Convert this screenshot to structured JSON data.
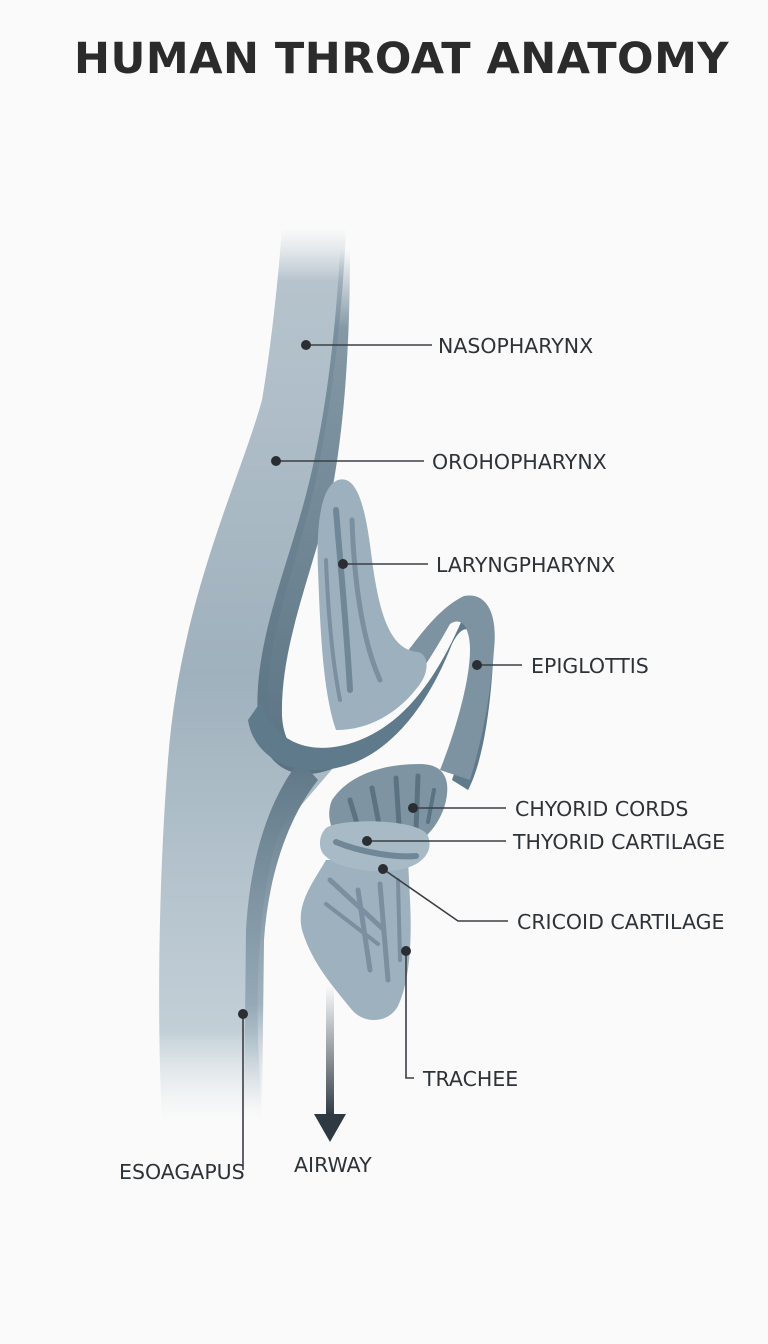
{
  "title": "HUMAN THROAT ANATOMY",
  "labels": {
    "nasopharynx": "NASOPHARYNX",
    "oropharynx": "OROHOPHARYNX",
    "laryngopharynx": "LARYNGPHARYNX",
    "epiglottis": "EPIGLOTTIS",
    "vocal_cords": "CHYORID CORDS",
    "thyroid_cartilage": "THYORID CARTILAGE",
    "cricoid_cartilage": "CRICOID CARTILAGE",
    "trachea": "TRACHEE",
    "esophagus": "ESOAGAPUS",
    "airway": "AIRWAY"
  },
  "colors": {
    "tube_light": "#b3c2cc",
    "tube_dark": "#5e7685",
    "tissue_mid": "#8ea3b1",
    "cartilage": "#97abb8",
    "arrow": "#2f3942",
    "text": "#2e3338"
  }
}
